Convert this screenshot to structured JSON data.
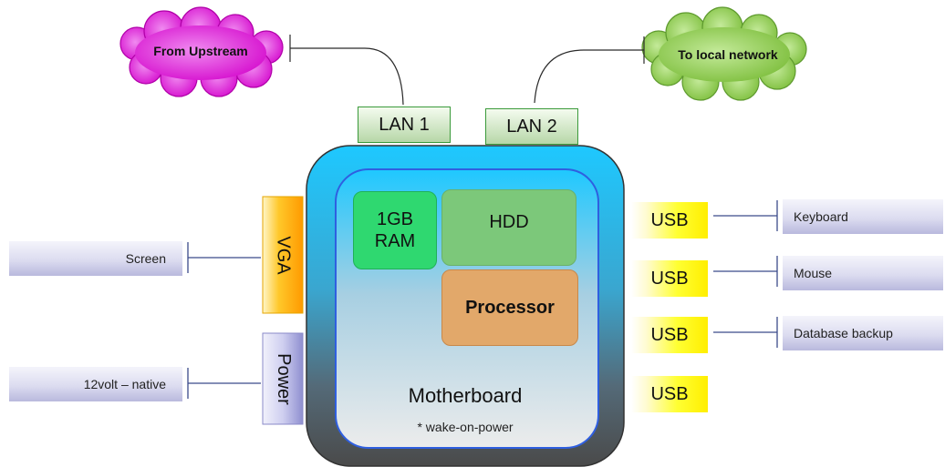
{
  "clouds": {
    "upstream": {
      "label": "From Upstream",
      "color": "#e61fd6"
    },
    "local": {
      "label": "To local network",
      "color": "#92d050"
    }
  },
  "ports": {
    "lan1": "LAN 1",
    "lan2": "LAN 2",
    "vga": "VGA",
    "power": "Power",
    "usb": [
      "USB",
      "USB",
      "USB",
      "USB"
    ]
  },
  "board": {
    "ram_line1": "1GB",
    "ram_line2": "RAM",
    "hdd": "HDD",
    "processor": "Processor",
    "motherboard": "Motherboard",
    "note": "* wake-on-power"
  },
  "peripherals": {
    "screen": "Screen",
    "power_source": "12volt – native",
    "keyboard": "Keyboard",
    "mouse": "Mouse",
    "backup": "Database backup"
  },
  "colors": {
    "case_top": "#1ec8ff",
    "case_bottom": "#4a4a4a",
    "board_border": "#2f5fe0",
    "ram": "#2fd870",
    "hdd": "#7cc87a",
    "processor": "#e2a86a",
    "vga": "#ffa000",
    "usb": "#ffff00"
  }
}
